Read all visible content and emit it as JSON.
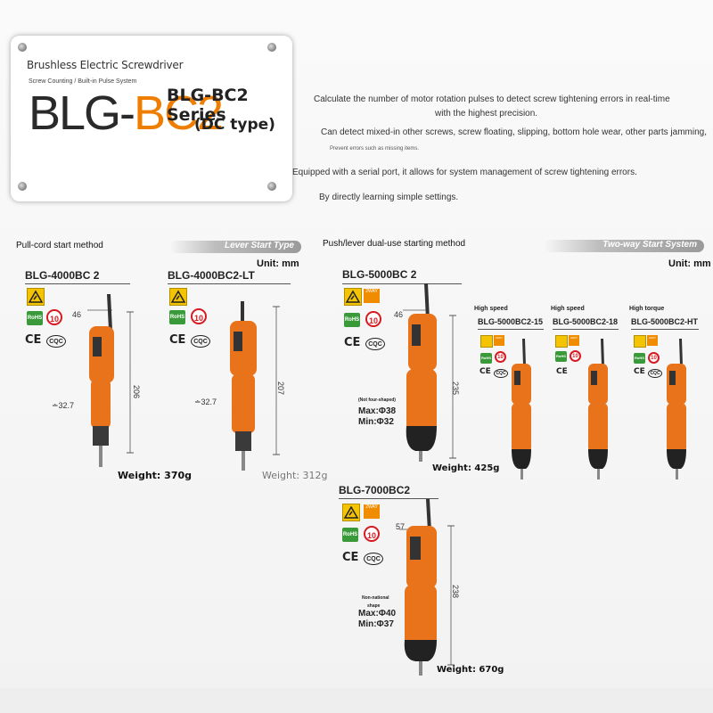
{
  "header": {
    "subtitle": "Brushless Electric Screwdriver",
    "features": "Screw Counting / Built-in Pulse System",
    "logo_main": "BLG-",
    "logo_accent": "BC2",
    "series": "BLG-BC2 Series",
    "type": "(DC type)"
  },
  "description": {
    "line1": "Calculate the number of motor rotation pulses to detect screw tightening errors in real-time",
    "line2": "with the highest precision.",
    "line3": "Can detect mixed-in other screws, screw floating, slipping, bottom hole wear, other parts jamming,",
    "line4": "Prevent errors such as missing items.",
    "line5": "Equipped with a serial port, it allows for system management of screw tightening errors.",
    "line6": "By directly learning simple settings."
  },
  "left_section": {
    "label": "Pull-cord start method",
    "band": "Lever Start Type",
    "unit": "Unit: mm"
  },
  "right_section": {
    "label": "Push/lever dual-use starting method",
    "band": "Two-way Start System",
    "unit": "Unit: mm"
  },
  "models": {
    "m4000": {
      "name": "BLG-4000BC 2",
      "width": "46",
      "diameter": "∸32.7",
      "height": "206",
      "weight": "Weight: 370g"
    },
    "m4000lt": {
      "name": "BLG-4000BC2-LT",
      "diameter": "∸32.7",
      "height": "207",
      "weight": "Weight: 312g"
    },
    "m5000": {
      "name": "BLG-5000BC 2",
      "width": "46",
      "height": "235",
      "note": "(Not four-shaped)",
      "max": "Max:Φ38",
      "min": "Min:Φ32",
      "weight": "Weight: 425g"
    },
    "m5000_15": {
      "speed": "High speed",
      "name": "BLG-5000BC2-15"
    },
    "m5000_18": {
      "speed": "High speed",
      "name": "BLG-5000BC2-18"
    },
    "m5000_ht": {
      "speed": "High torque",
      "name": "BLG-5000BC2-HT"
    },
    "m7000": {
      "name": "BLG-7000BC2",
      "width": "57",
      "height": "238",
      "note1": "Non-national",
      "note2": "shape",
      "max": "Max:Φ40",
      "min": "Min:Φ37",
      "weight": "Weight: 670g"
    }
  },
  "badges": {
    "rohs": "RoHS",
    "ten": "10",
    "ce": "CE",
    "cqc": "CQC",
    "twoway": "2WAY"
  },
  "colors": {
    "accent": "#ef7d00",
    "tool_body": "#e8731a"
  }
}
